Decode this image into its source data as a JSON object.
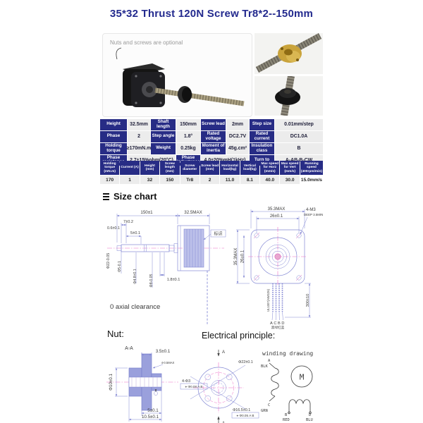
{
  "title": "35*32 Thrust 120N Screw Tr8*2--150mm",
  "product": {
    "note": "Nuts and screws are optional"
  },
  "table1": {
    "rows": [
      [
        "Height",
        "32.5mm",
        "Shaft length",
        "150mm",
        "Screw lead",
        "2mm",
        "Step size",
        "0.01mm/step"
      ],
      [
        "Phase",
        "2",
        "Step angle",
        "1.8°",
        "Rated voltage",
        "DC2.7V",
        "Rated current",
        "DC1.0A"
      ],
      [
        "Holding torque",
        "≥170mN.m",
        "Weight",
        "0.25kg",
        "Moment of inertia",
        "45g.cm²",
        "Insulation class",
        "B"
      ],
      [
        "Phase resistance",
        "2.7±15%ohm(20°C)",
        "Phase inductance",
        "4.0±20%mH(1kHz)",
        "Turn to",
        "A-AB-B-CW"
      ]
    ]
  },
  "table2": {
    "headers": [
      "Holding torque (mN.m)",
      "Current (A)",
      "Height (mm)",
      "Screw length (mm)",
      "Screw diameter",
      "Screw lead (mm)",
      "Horizontal load(kg)",
      "Vertical load(kg)",
      "Max speed for Horz (mm/s)",
      "Max speed for Vert (mm/s)",
      "Running speed (400rpm/min)"
    ],
    "values": [
      "170",
      "1",
      "32",
      "150",
      "Tr8",
      "2",
      "11.0",
      "8.1",
      "40.0",
      "30.0",
      "15.0mm/s"
    ]
  },
  "size_chart": {
    "heading": "Size chart",
    "side": {
      "screw_len": "150±1",
      "body_len": "32.5MAX",
      "d7": "7±0.2",
      "d06": "0.6±0.1",
      "d5": "5±0.1",
      "dia22": "Φ22-0.05",
      "dia5": "Φ5-0.1",
      "dia48": "Φ4.8±0.1",
      "dia8": "Φ8-0.05",
      "d18": "1.8±0.1",
      "mark": "标识",
      "axial": "0 axial clearance"
    },
    "front": {
      "wmax": "35.3MAX",
      "w26": "26±0.1",
      "hmax": "35.3MAX",
      "h26": "26±0.1",
      "holes": "4-M3",
      "holes2": "DEEP 3.5MIN",
      "wire_len": "300±10",
      "wire_spec": "UL1007(AWG26)",
      "abcd": "ACBD",
      "cn": "黑绿红蓝"
    }
  },
  "nut": {
    "heading": "Nut:",
    "section": {
      "label": "A-A",
      "t35": "3.5±0.1",
      "note": "4-0.5MAX",
      "dia10": "Φ10±0.1",
      "d5": "5±0.1",
      "d105": "10.5±0.1"
    },
    "face": {
      "a_top": "A",
      "a_bot": "A",
      "holes": "4-Φ3",
      "gdt1": "⌖ Φ0.08 A B",
      "dia22": "Φ22±0.1",
      "dia165": "Φ16.5±0.1",
      "gdt2": "⌖ Φ0.05 A B"
    }
  },
  "electrical": {
    "heading": "Electrical principle:",
    "winding": {
      "heading": "winding drawing",
      "m": "M",
      "a": "A",
      "blk": "BLK",
      "c": "C",
      "grn": "GRN",
      "b": "B",
      "red": "RED",
      "d": "D",
      "blu": "BLU"
    }
  },
  "colors": {
    "accent_navy": "#232a8e",
    "table_header": "#272c85",
    "cell_gray": "#ececec",
    "drawing_line": "#8388d4",
    "centerline_magenta": "#ee6fc6",
    "brass": "#c9a33b"
  }
}
